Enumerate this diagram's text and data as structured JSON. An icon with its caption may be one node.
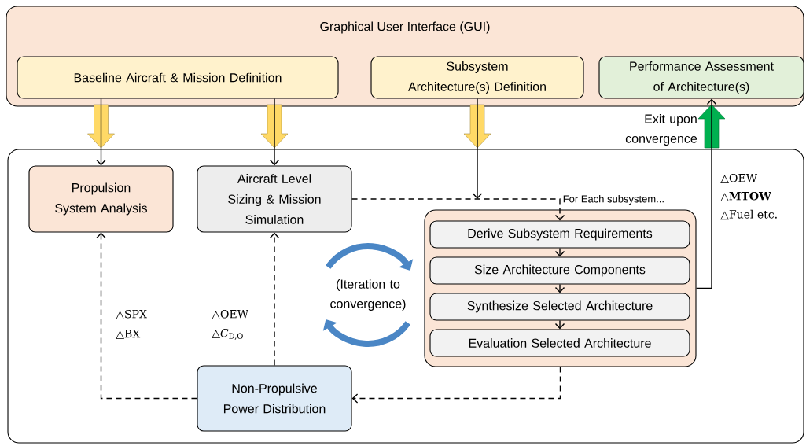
{
  "diagram": {
    "nodes": [
      {
        "text": [
          "Graphical User Interface (GUI)"
        ]
      },
      {
        "text": [
          "Baseline Aircraft & Mission Definition"
        ],
        "in": 0
      },
      {
        "text": [
          "Subsystem Architecture(s) Definition"
        ],
        "in": 0
      },
      {
        "text": [
          "Performance Assessment of Architecture(s)"
        ],
        "in": 0
      },
      {
        "text": [],
        "shape": "box"
      },
      {
        "text": [
          "Propulsion System Analysis"
        ],
        "in": 4
      },
      {
        "text": [
          "Aircraft Level Sizing & Mission Simulation"
        ],
        "in": 4
      },
      {
        "text": [
          "For Each subsystem..."
        ],
        "in": 4
      },
      {
        "text": [
          "Derive Subsystem Requirements"
        ],
        "in": 7
      },
      {
        "text": [
          "Size Architecture Components"
        ],
        "in": 7
      },
      {
        "text": [
          "Synthesize Selected Architecture"
        ],
        "in": 7
      },
      {
        "text": [
          "Evaluation Selected Architecture"
        ],
        "in": 7
      },
      {
        "text": [
          "Non-Propulsive Power Distribution"
        ],
        "in": 4
      }
    ],
    "edges": [
      {
        "from": 1,
        "to": 5,
        "arrow": "to"
      },
      {
        "from": 1,
        "to": 6,
        "arrow": "to"
      },
      {
        "from": 2,
        "to": null,
        "arrow": "to"
      },
      {
        "from": 6,
        "to": 8,
        "arrow": "to",
        "style": "dashed"
      },
      {
        "from": 8,
        "to": 9,
        "arrow": "to"
      },
      {
        "from": 9,
        "to": 10,
        "arrow": "to"
      },
      {
        "from": 10,
        "to": 11,
        "arrow": "to"
      },
      {
        "from": 7,
        "to": 3,
        "arrow": "to"
      },
      {
        "from": 7,
        "to": 12,
        "arrow": "to",
        "style": "dashed"
      },
      {
        "from": 12,
        "to": 5,
        "arrow": "to",
        "style": "dashed"
      },
      {
        "from": 12,
        "to": 6,
        "arrow": "to",
        "style": "dashed"
      }
    ],
    "labels": [
      "Exit upon convergence",
      "△OEW",
      "△MTOW",
      "△Fuel etc.",
      "(Iteration to convergence)",
      "△SPX",
      "△BX",
      "△OEW",
      "△*C*$_{D,O}$"
    ]
  }
}
